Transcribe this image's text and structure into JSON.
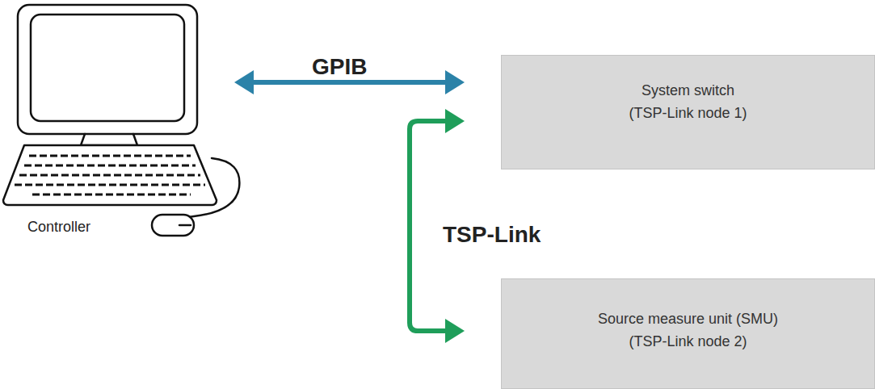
{
  "diagram": {
    "nodes": [
      {
        "text": [
          "Controller"
        ]
      },
      {
        "text": [
          "System switch",
          "(TSP-Link node 1)"
        ]
      },
      {
        "text": [
          "Source measure unit (SMU)",
          "(TSP-Link node 2)"
        ]
      }
    ],
    "edges": [
      {
        "from": 0,
        "to": 1,
        "label": "GPIB",
        "arrow": "both"
      },
      {
        "from": 1,
        "to": 2,
        "label": "TSP-Link",
        "arrow": "both"
      }
    ]
  }
}
